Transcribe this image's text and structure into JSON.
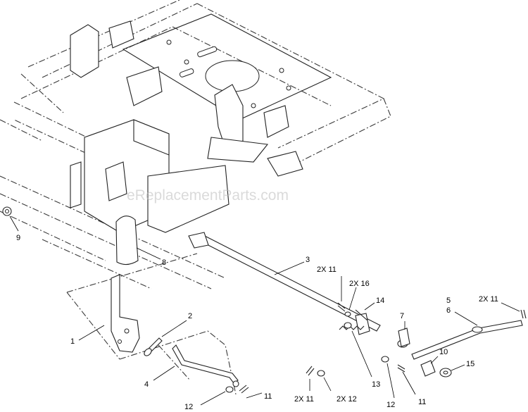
{
  "watermark": "eReplacementParts.com",
  "callouts": {
    "c1": "1",
    "c2": "2",
    "c3": "3",
    "c4": "4",
    "c5": "5",
    "c6": "6",
    "c7": "7",
    "c8": "8",
    "c9": "9",
    "c10": "10",
    "c11": "11",
    "c11b": "11",
    "c12": "12",
    "c12b": "12",
    "c13": "13",
    "c14": "14",
    "c15": "15",
    "c2x11_top": "2X 11",
    "c2x16": "2X 16",
    "c2x11_right": "2X 11",
    "c2x11_bottom": "2X 11",
    "c2x12": "2X 12"
  }
}
